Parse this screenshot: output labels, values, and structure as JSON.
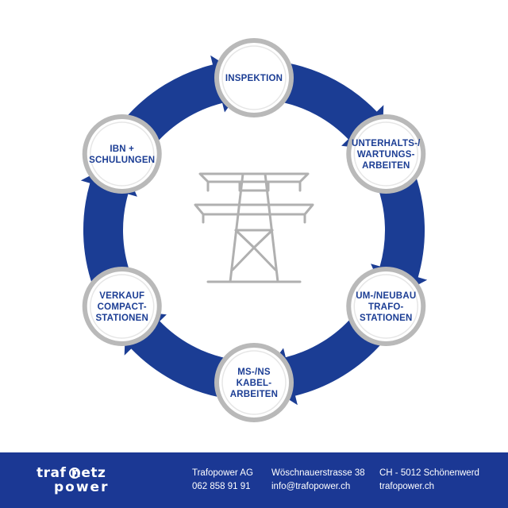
{
  "diagram": {
    "center_icon": "power-pylon-icon",
    "colors": {
      "arrow": "#1b3d94",
      "node_ring": "#b9b9b9",
      "node_fill": "#ffffff",
      "node_text": "#1b3d94",
      "pylon": "#b0b0b0"
    },
    "nodes": [
      {
        "id": "inspektion",
        "lines": [
          "INSPEKTION"
        ]
      },
      {
        "id": "unterhalt",
        "lines": [
          "UNTERHALTS-/",
          "WARTUNGS-",
          "ARBEITEN"
        ]
      },
      {
        "id": "umbau",
        "lines": [
          "UM-/NEUBAU",
          "TRAFO-",
          "STATIONEN"
        ]
      },
      {
        "id": "kabel",
        "lines": [
          "MS-/NS",
          "KABEL-",
          "ARBEITEN"
        ]
      },
      {
        "id": "verkauf",
        "lines": [
          "VERKAUF",
          "COMPACT-",
          "STATIONEN"
        ]
      },
      {
        "id": "ibn",
        "lines": [
          "IBN +",
          "SCHULUNGEN"
        ]
      }
    ]
  },
  "footer": {
    "background": "#1b3894",
    "logo": {
      "line1": "traf  netz",
      "line2": "power"
    },
    "company": "Trafopower AG",
    "phone": "062 858 91 91",
    "street": "Wöschnauerstrasse 38",
    "email": "info@trafopower.ch",
    "city": "CH - 5012 Schönenwerd",
    "web": "trafopower.ch"
  }
}
